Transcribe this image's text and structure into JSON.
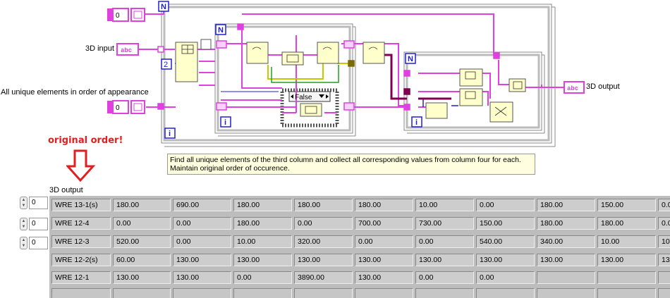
{
  "diagram": {
    "control_top_value": "0",
    "control_bottom_value": "0",
    "input_3d_label": "3D input",
    "input_3d_type": "abc",
    "unique_label": "All unique elements in order of appearance",
    "loop_count_label": "N",
    "loop_index_label": "i",
    "const_two": "2",
    "case_selector": "False",
    "output_3d_label": "3D output",
    "output_3d_type": "abc",
    "comment_line1": "Find all unique elements of the third column and collect all corresponding values from column four for each.",
    "comment_line2": "Maintain original order of occurence."
  },
  "annotation": {
    "text": "original order!",
    "arrow_color": "#e02020"
  },
  "output_panel": {
    "label": "3D output",
    "indices": [
      "0",
      "0",
      "0"
    ],
    "rows": [
      [
        "WRE 13-1(s)",
        "180.00",
        "690.00",
        "180.00",
        "180.00",
        "180.00",
        "10.00",
        "0.00",
        "180.00",
        "150.00",
        "0.0"
      ],
      [
        "WRE 12-4",
        "0.00",
        "0.00",
        "180.00",
        "0.00",
        "700.00",
        "730.00",
        "150.00",
        "180.00",
        "180.00",
        "0.0"
      ],
      [
        "WRE 12-3",
        "520.00",
        "0.00",
        "10.00",
        "320.00",
        "0.00",
        "0.00",
        "540.00",
        "340.00",
        "10.00",
        "10"
      ],
      [
        "WRE 12-2(s)",
        "60.00",
        "130.00",
        "130.00",
        "130.00",
        "130.00",
        "130.00",
        "130.00",
        "130.00",
        "130.00",
        "13"
      ],
      [
        "WRE 12-1",
        "130.00",
        "130.00",
        "0.00",
        "3890.00",
        "130.00",
        "0.00",
        "0.00",
        "",
        "",
        ""
      ],
      [
        "",
        "",
        "",
        "",
        "",
        "",
        "",
        "",
        "",
        "",
        ""
      ]
    ]
  },
  "colors": {
    "string_wire": "#e040e0",
    "int_wire": "#2020d0",
    "bool_wire": "#20a020",
    "array_wire": "#c8c800",
    "node_fill": "#ffffcc"
  }
}
